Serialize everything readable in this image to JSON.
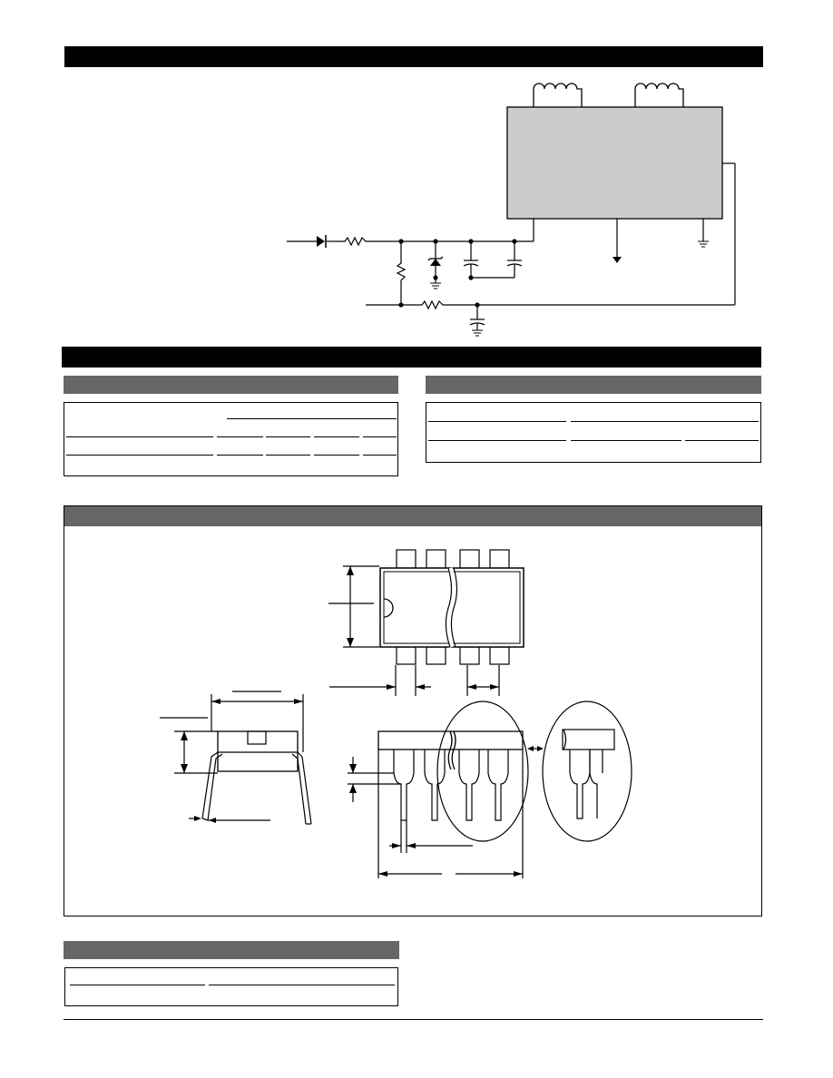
{
  "colors": {
    "section_bar": "#000000",
    "sub_bar": "#666666",
    "ic_body_fill": "#cccccc",
    "line": "#000000",
    "page_background": "#ffffff"
  },
  "icons": [
    "diode",
    "resistor",
    "zener-diode",
    "capacitor",
    "ground",
    "inductor"
  ]
}
